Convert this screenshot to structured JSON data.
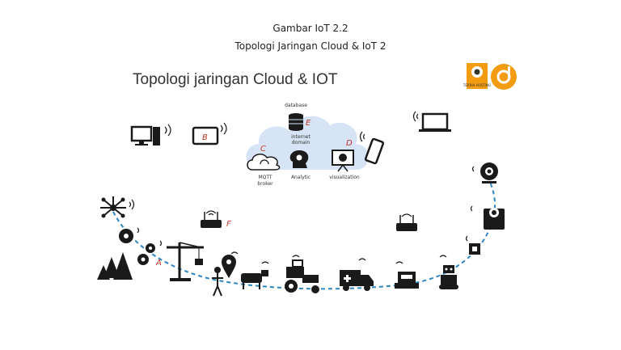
{
  "caption": {
    "line1": "Gambar IoT 2.2",
    "line2": "Topologi Jaringan Cloud & IoT 2"
  },
  "slide": {
    "title": "Topologi jaringan Cloud & IOT",
    "logo_text": "TERRIA HOSTING"
  },
  "cloud": {
    "database": "database",
    "internet_domain_1": "internet",
    "internet_domain_2": "domain",
    "mqtt_1": "MQTT",
    "mqtt_2": "broker",
    "analytic": "Analytic",
    "visualization": "visualization"
  },
  "markers": {
    "A": "A",
    "B": "B",
    "C": "C",
    "D": "D",
    "E": "E",
    "F": "F"
  },
  "colors": {
    "dashed_path": "#2e86c1",
    "marker_red": "#c0392b",
    "cloud_fill": "#d6e4f5",
    "icon_dark": "#1a1a1a",
    "logo_orange": "#f39c12"
  }
}
